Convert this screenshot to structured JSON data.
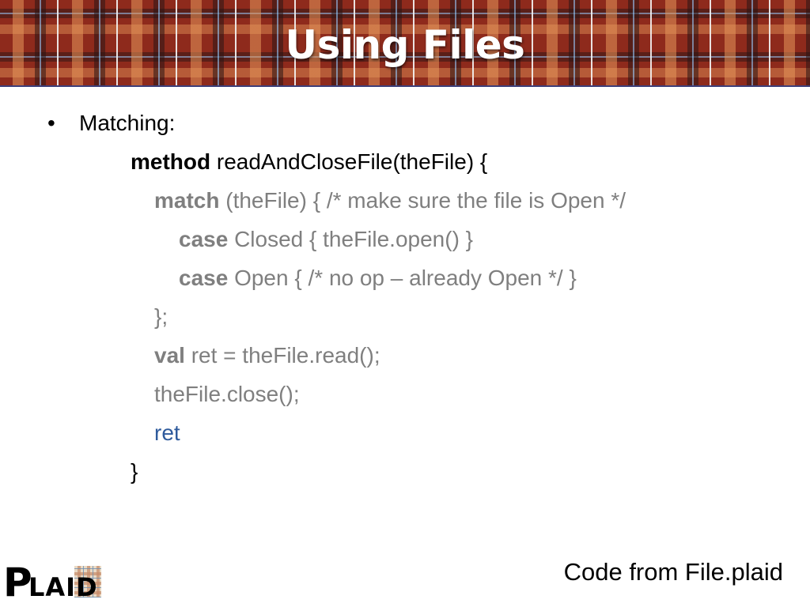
{
  "slide": {
    "title": "Using Files",
    "bullet": {
      "symbol": "•",
      "label": "Matching:"
    },
    "code": {
      "line1": {
        "kw": "method",
        "rest": " readAndCloseFile(theFile) {"
      },
      "line2": {
        "kw": "match",
        "rest": " (theFile) { /* make sure the file is Open */"
      },
      "line3": {
        "kw": "case",
        "rest": " Closed { theFile.open() }"
      },
      "line4": {
        "kw": "case",
        "rest": " Open { /* no op – already Open */ }"
      },
      "line5": {
        "text": "};"
      },
      "line6": {
        "kw": "val",
        "rest": " ret = theFile.read();"
      },
      "line7": {
        "text": "theFile.close();"
      },
      "line8": {
        "text": "ret"
      },
      "line9": {
        "text": "}"
      }
    },
    "footer": "Code from File.plaid",
    "logo": {
      "text": "PLAID",
      "icon": "plaid-logo-icon"
    }
  },
  "colors": {
    "code_gray": "#7f7f7f",
    "return_blue": "#2e5a9c",
    "header_red": "#8e2a1c",
    "header_border": "#3d3f7a"
  }
}
